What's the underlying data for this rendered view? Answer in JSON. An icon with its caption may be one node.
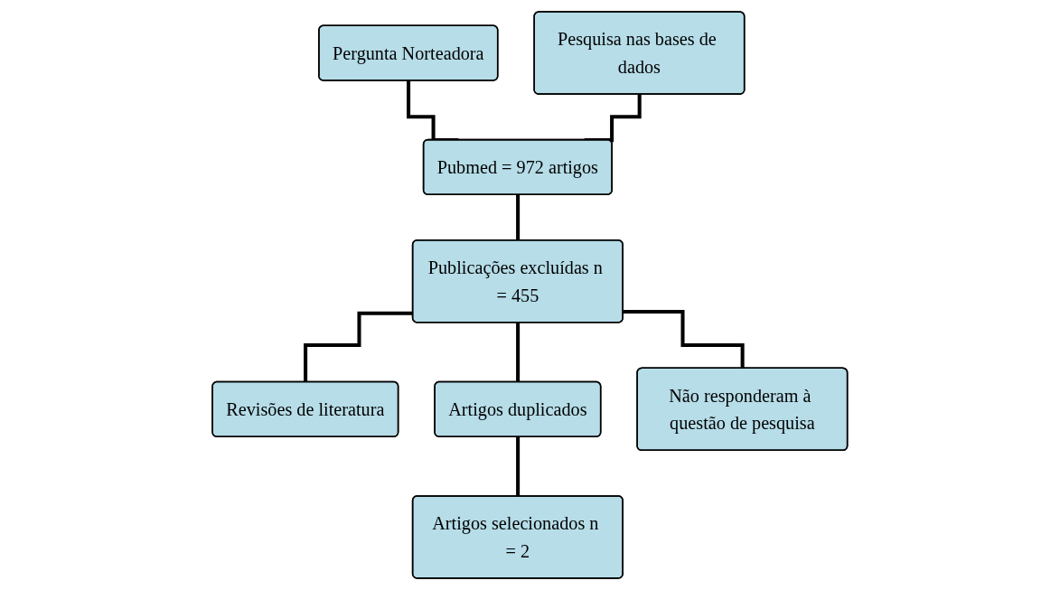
{
  "diagram": {
    "nodes": [
      {
        "text": [
          "Pergunta Norteadora"
        ]
      },
      {
        "text": [
          "Pesquisa nas bases de dados"
        ]
      },
      {
        "text": [
          "Pubmed = 972 artigos"
        ]
      },
      {
        "text": [
          "Publicações excluídas n = 455"
        ]
      },
      {
        "text": [
          "Revisões de literatura"
        ]
      },
      {
        "text": [
          "Artigos duplicados"
        ]
      },
      {
        "text": [
          "Não responderam à questão de pesquisa"
        ]
      },
      {
        "text": [
          "Artigos selecionados n = 2"
        ]
      }
    ],
    "edges": [
      {
        "from": 0,
        "to": 2,
        "arrow": "none"
      },
      {
        "from": 1,
        "to": 2,
        "arrow": "none"
      },
      {
        "from": 2,
        "to": 3,
        "arrow": "none"
      },
      {
        "from": 3,
        "to": 4,
        "arrow": "none"
      },
      {
        "from": 3,
        "to": 5,
        "arrow": "none"
      },
      {
        "from": 3,
        "to": 6,
        "arrow": "none"
      },
      {
        "from": 5,
        "to": 7,
        "arrow": "none"
      }
    ]
  }
}
